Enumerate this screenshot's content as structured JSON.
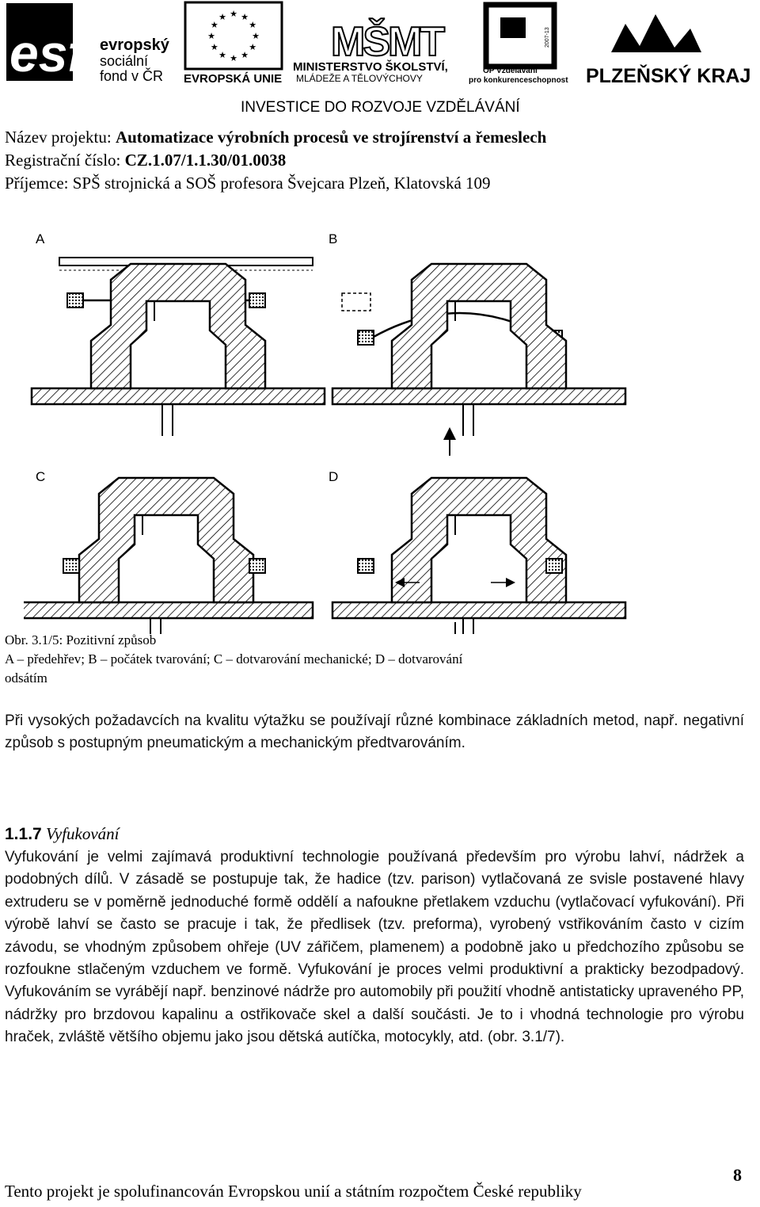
{
  "logos": {
    "esf_letters": "esf",
    "esf_text": [
      "evropský",
      "sociální",
      "fond v ČR"
    ],
    "eu_text": "EVROPSKÁ UNIE",
    "msmt_letters": "MŠMT",
    "msmt_text": [
      "MINISTERSTVO ŠKOLSTVÍ,",
      "MLÁDEŽE A TĚLOVÝCHOVY"
    ],
    "op_text": [
      "OP Vzdělávání",
      "pro konkurenceschopnost"
    ],
    "op_years": "2007-13",
    "kraj_text": "PLZEŇSKÝ KRAJ",
    "slogan": "INVESTICE DO ROZVOJE VZDĚLÁVÁNÍ",
    "eu_star_color": "#000000"
  },
  "project": {
    "name_label": "Název projektu: ",
    "name_value": "Automatizace výrobních procesů ve strojírenství a řemeslech",
    "reg_label": "Registrační číslo: ",
    "reg_value": "CZ.1.07/1.1.30/01.0038",
    "recipient": "Příjemce: SPŠ strojnická a SOŠ profesora Švejcara Plzeň, Klatovská 109"
  },
  "figure": {
    "labels": [
      "A",
      "B",
      "C",
      "D"
    ]
  },
  "caption": {
    "line1": "Obr. 3.1/5: Pozitivní způsob",
    "line2": "A – předehřev; B – počátek tvarování; C – dotvarování mechanické; D – dotvarování",
    "line3": "odsátím"
  },
  "paragraph1": "Při vysokých požadavcích na kvalitu výtažku se používají různé kombinace základních metod, např. negativní způsob s postupným pneumatickým a mechanickým předtvarováním.",
  "section": {
    "number": "1.1.7",
    "title": "Vyfukování"
  },
  "paragraph2": "Vyfukování je velmi zajímavá produktivní technologie používaná především pro výrobu lahví, nádržek a podobných dílů. V zásadě se postupuje tak, že hadice (tzv. parison) vytlačovaná ze svisle postavené hlavy extruderu se v poměrně jednoduché formě oddělí a nafoukne přetlakem vzduchu (vytlačovací vyfukování). Při výrobě lahví se často se pracuje i tak, že předlisek (tzv. preforma), vyrobený vstřikováním často v cizím závodu, se vhodným způsobem ohřeje (UV zářičem, plamenem) a podobně jako u předchozího způsobu se rozfoukne stlačeným vzduchem ve formě. Vyfukování je proces velmi produktivní a prakticky bezodpadový. Vyfukováním se vyrábějí např. benzinové nádrže pro automobily při použití vhodně antistaticky upraveného PP, nádržky pro brzdovou kapalinu a ostřikovače skel a další součásti. Je to i vhodná technologie pro výrobu hraček, zvláště většího objemu jako jsou dětská autíčka, motocykly, atd. (obr. 3.1/7).",
  "footer": {
    "text": "Tento projekt je spolufinancován Evropskou unií a státním rozpočtem České republiky",
    "page_number": "8"
  }
}
